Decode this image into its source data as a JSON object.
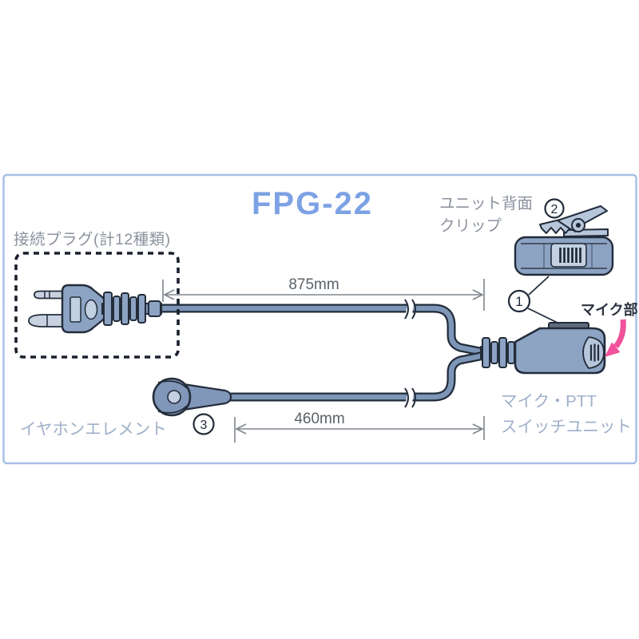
{
  "title": "FPG-22",
  "annotations": {
    "connector_plug_label": "接続プラグ(計12種類)",
    "unit_back_clip_label_line1": "ユニット背面",
    "unit_back_clip_label_line2": "クリップ",
    "mic_part_label": "マイク部",
    "earphone_element_label": "イヤホンエレメント",
    "mic_ptt_unit_label_line1": "マイク・PTT",
    "mic_ptt_unit_label_line2": "スイッチユニット"
  },
  "dimensions": {
    "top_cable_length": "875mm",
    "bottom_cable_length": "460mm"
  },
  "callout_numbers": {
    "unit": "1",
    "clip": "2",
    "earphone": "3"
  },
  "colors": {
    "frame_border": "#a8c0e8",
    "title_blue": "#7da2e4",
    "label_gray": "#8b929e",
    "label_blue_gray": "#9fb0c9",
    "dark_text": "#2b3340",
    "dimension_text": "#5b6168",
    "dimension_line": "#7e858d",
    "outline_dark": "#232c3a",
    "body_fill": "#8ca3c3",
    "light_fill": "#c3d0e2",
    "clip_fill": "#b7c6db",
    "cable_fill": "#7d96b8",
    "stripe_dark": "#1c2530",
    "tab_dark": "#5f6b7d",
    "pink_arrow": "#f0519b"
  }
}
